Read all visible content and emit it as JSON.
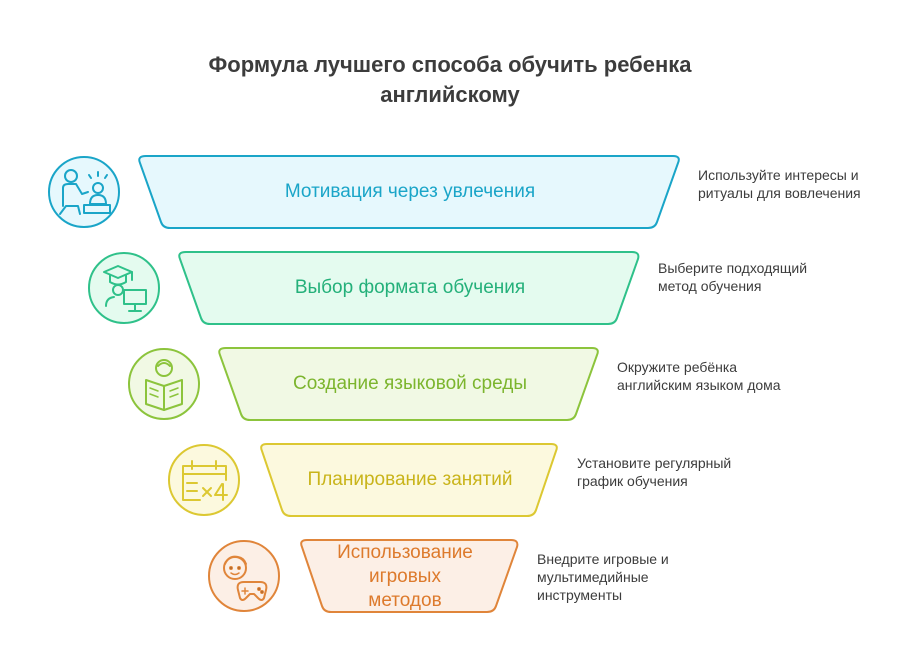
{
  "title": {
    "line1": "Формула лучшего способа обучить ребенка",
    "line2": "английскому"
  },
  "colors": {
    "band1": {
      "stroke": "#1aa5c8",
      "fill": "#e6f8fd",
      "text": "#1aa5c8"
    },
    "band2": {
      "stroke": "#2fc18a",
      "fill": "#e4fbef",
      "text": "#24b07a"
    },
    "band3": {
      "stroke": "#8cc43c",
      "fill": "#f1f9e4",
      "text": "#7cb52e"
    },
    "band4": {
      "stroke": "#dcc832",
      "fill": "#fcf9de",
      "text": "#c9b41a"
    },
    "band5": {
      "stroke": "#e0853a",
      "fill": "#fcefe6",
      "text": "#dd7a2c"
    }
  },
  "steps": [
    {
      "label": "Мотивация через увлечения",
      "description": "Используйте интересы и ритуалы для вовлечения",
      "icon": "teacher-student-icon"
    },
    {
      "label": "Выбор формата обучения",
      "description": "Выберите подходящий метод обучения",
      "icon": "graduate-computer-icon"
    },
    {
      "label": "Создание языковой среды",
      "description": "Окружите ребёнка английским языком дома",
      "icon": "reading-child-icon"
    },
    {
      "label": "Планирование занятий",
      "description": "Установите регулярный график обучения",
      "icon": "calendar-schedule-icon"
    },
    {
      "label": "Использование игровых методов",
      "description": "Внедрите игровые и мультимедийные инструменты",
      "icon": "child-gamepad-icon"
    }
  ]
}
